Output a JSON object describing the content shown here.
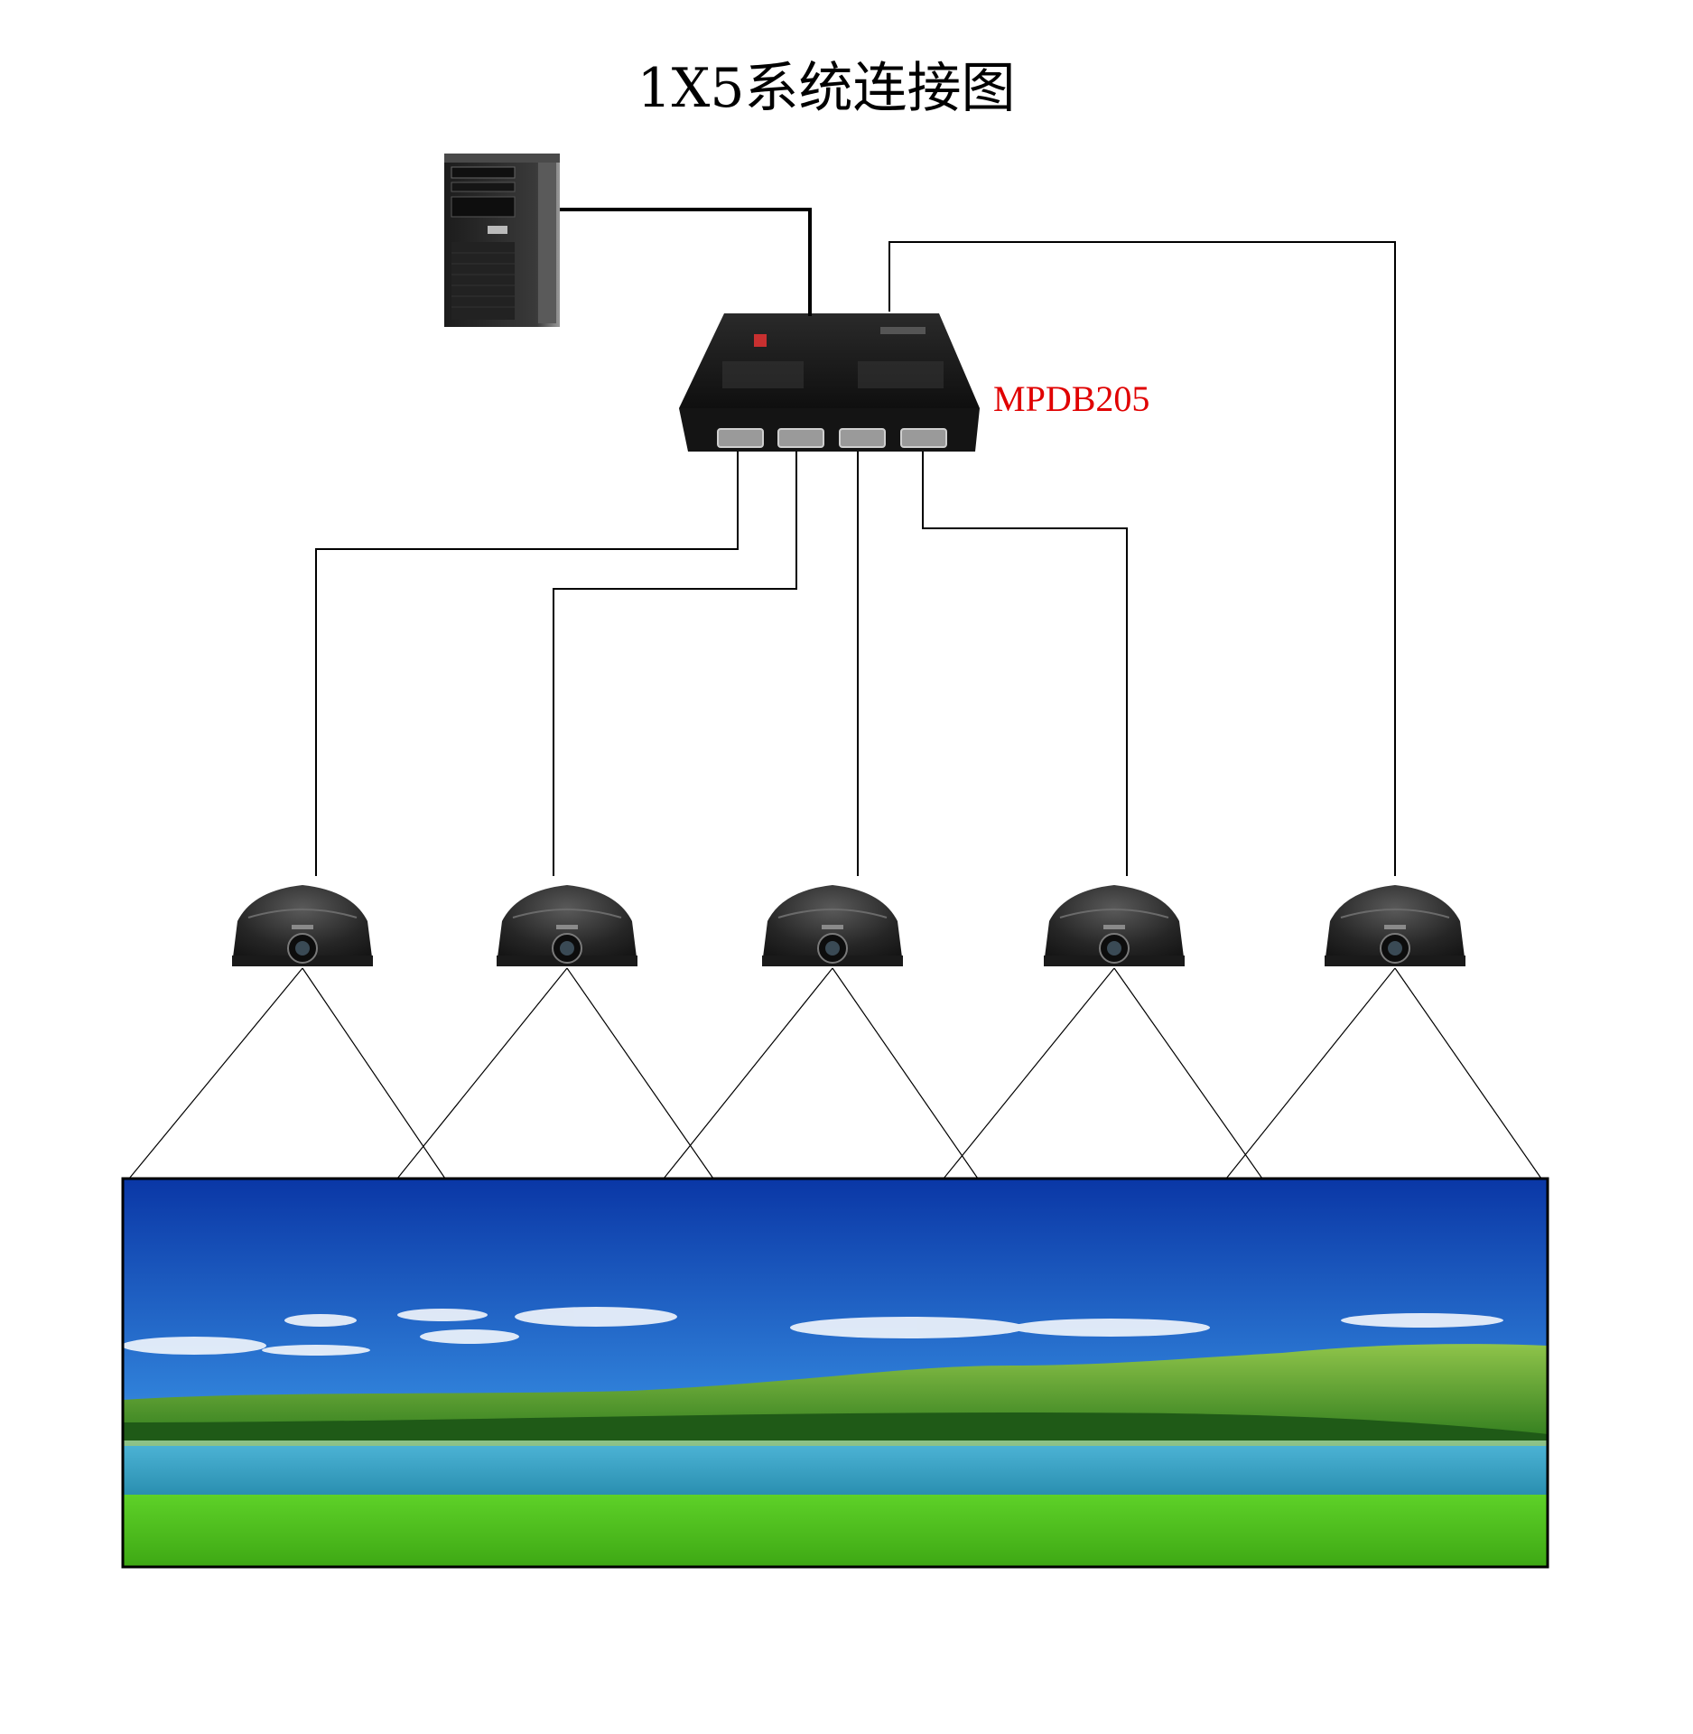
{
  "title": "1X5系统连接图",
  "device": {
    "label": "MPDB205",
    "label_color": "#e00000"
  },
  "nodes": [
    {
      "id": "computer",
      "kind": "pc-tower-icon"
    },
    {
      "id": "splitter",
      "kind": "video-splitter-icon",
      "ports": 4
    },
    {
      "id": "projector-1",
      "kind": "projector-icon"
    },
    {
      "id": "projector-2",
      "kind": "projector-icon"
    },
    {
      "id": "projector-3",
      "kind": "projector-icon"
    },
    {
      "id": "projector-4",
      "kind": "projector-icon"
    },
    {
      "id": "projector-5",
      "kind": "projector-icon"
    },
    {
      "id": "screen",
      "kind": "landscape-panorama-image"
    }
  ],
  "edges": [
    {
      "from": "computer",
      "to": "splitter"
    },
    {
      "from": "splitter",
      "to": "projector-1"
    },
    {
      "from": "splitter",
      "to": "projector-2"
    },
    {
      "from": "splitter",
      "to": "projector-3"
    },
    {
      "from": "splitter",
      "to": "projector-4"
    },
    {
      "from": "splitter",
      "to": "projector-5"
    },
    {
      "from": "projector-1",
      "to": "screen"
    },
    {
      "from": "projector-2",
      "to": "screen"
    },
    {
      "from": "projector-3",
      "to": "screen"
    },
    {
      "from": "projector-4",
      "to": "screen"
    },
    {
      "from": "projector-5",
      "to": "screen"
    }
  ],
  "colors": {
    "line": "#000000",
    "device_body": "#1a1a1a",
    "sky_top": "#0a3fb0",
    "sky_bottom": "#4a9be8",
    "grass": "#4fc21e",
    "water": "#3aa7c8"
  }
}
